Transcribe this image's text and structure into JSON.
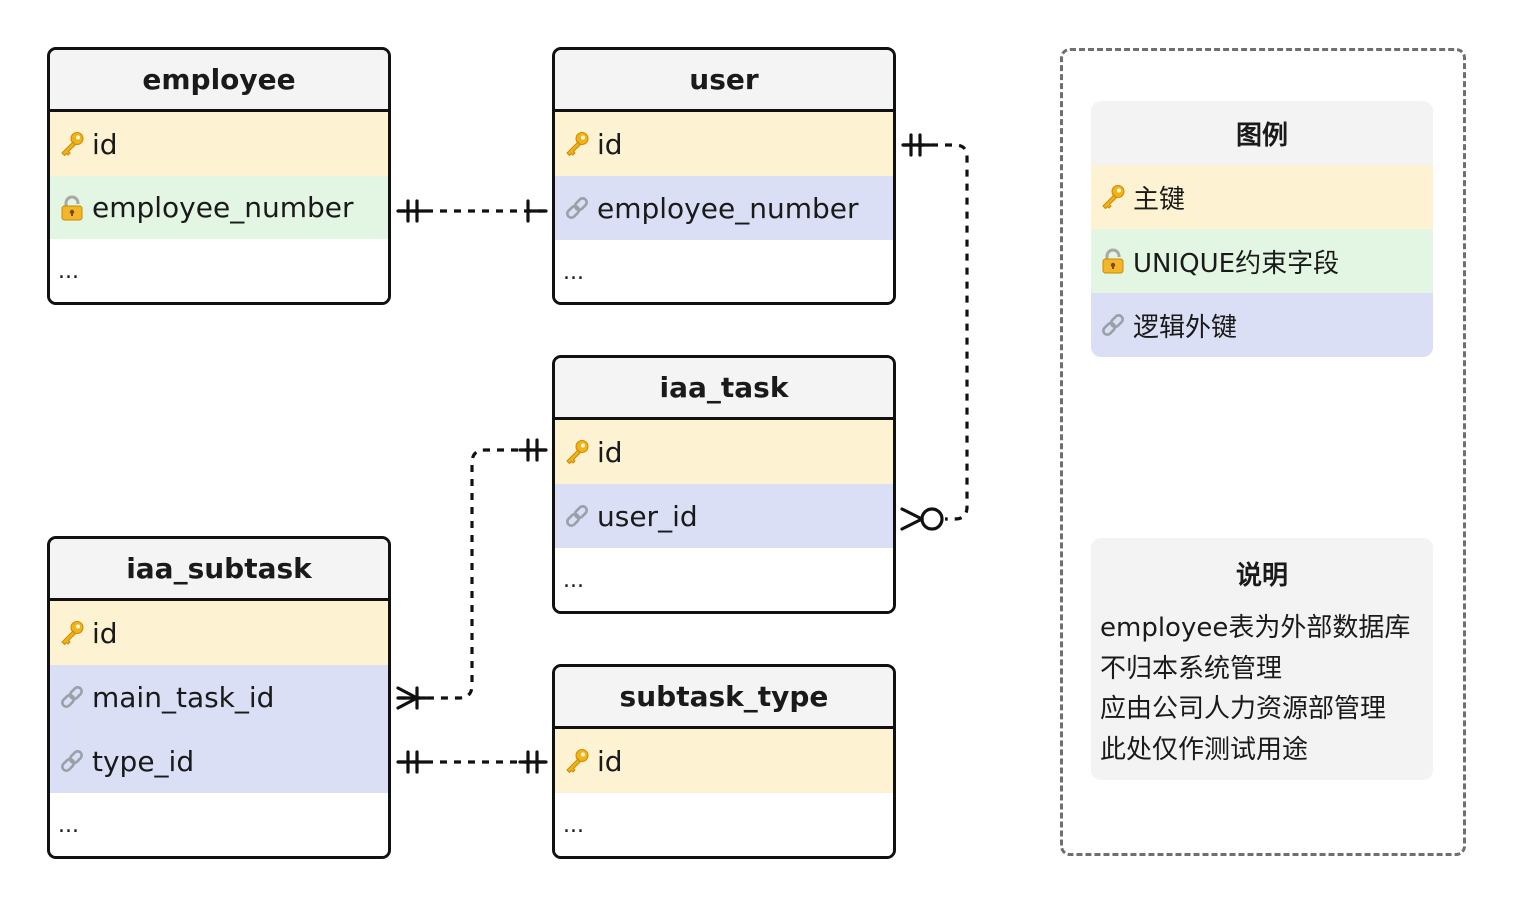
{
  "entities": {
    "employee": {
      "title": "employee",
      "fields": [
        {
          "name": "id",
          "kind": "pk",
          "icon": "key-icon"
        },
        {
          "name": "employee_number",
          "kind": "unique",
          "icon": "lock-icon"
        }
      ],
      "more": "..."
    },
    "user": {
      "title": "user",
      "fields": [
        {
          "name": "id",
          "kind": "pk",
          "icon": "key-icon"
        },
        {
          "name": "employee_number",
          "kind": "fk",
          "icon": "link-icon"
        }
      ],
      "more": "..."
    },
    "iaa_task": {
      "title": "iaa_task",
      "fields": [
        {
          "name": "id",
          "kind": "pk",
          "icon": "key-icon"
        },
        {
          "name": "user_id",
          "kind": "fk",
          "icon": "link-icon"
        }
      ],
      "more": "..."
    },
    "iaa_subtask": {
      "title": "iaa_subtask",
      "fields": [
        {
          "name": "id",
          "kind": "pk",
          "icon": "key-icon"
        },
        {
          "name": "main_task_id",
          "kind": "fk",
          "icon": "link-icon"
        },
        {
          "name": "type_id",
          "kind": "fk",
          "icon": "link-icon"
        }
      ],
      "more": "..."
    },
    "subtask_type": {
      "title": "subtask_type",
      "fields": [
        {
          "name": "id",
          "kind": "pk",
          "icon": "key-icon"
        }
      ],
      "more": "..."
    }
  },
  "relationships": [
    {
      "from": "employee.employee_number",
      "to": "user.employee_number",
      "from_card": "exactly-one",
      "to_card": "one"
    },
    {
      "from": "user.id",
      "to": "iaa_task.user_id",
      "from_card": "exactly-one",
      "to_card": "zero-or-many"
    },
    {
      "from": "iaa_task.id",
      "to": "iaa_subtask.main_task_id",
      "from_card": "exactly-one",
      "to_card": "one-or-many"
    },
    {
      "from": "iaa_subtask.type_id",
      "to": "subtask_type.id",
      "from_card": "exactly-one",
      "to_card": "exactly-one"
    }
  ],
  "legend": {
    "title": "图例",
    "items": [
      {
        "label": "主键",
        "kind": "pk",
        "icon": "key-icon"
      },
      {
        "label": "UNIQUE约束字段",
        "kind": "unique",
        "icon": "lock-icon"
      },
      {
        "label": "逻辑外键",
        "kind": "fk",
        "icon": "link-icon"
      }
    ]
  },
  "notes": {
    "title": "说明",
    "lines": [
      "employee表为外部数据库",
      "不归本系统管理",
      "应由公司人力资源部管理",
      "此处仅作测试用途"
    ]
  },
  "colors": {
    "pk": "#fdf3d3",
    "unique": "#e3f5e3",
    "fk": "#dadff5",
    "header": "#f4f4f4",
    "line": "#111111",
    "key": "#f2b21b"
  }
}
